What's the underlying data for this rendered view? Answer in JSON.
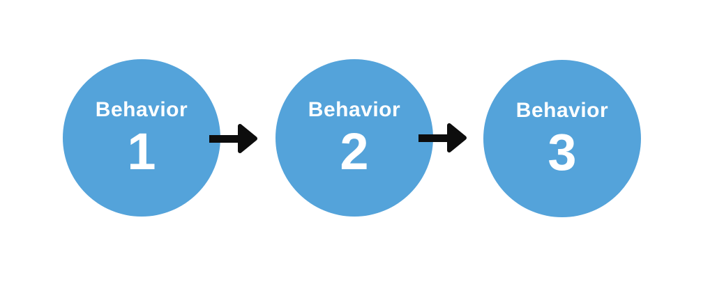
{
  "diagram": {
    "type": "process-flow",
    "colors": {
      "background": "#ffffff",
      "node": "#54a3da",
      "text": "#ffffff",
      "arrow": "#0d0d0d"
    },
    "nodes": [
      {
        "label": "Behavior",
        "number": "1"
      },
      {
        "label": "Behavior",
        "number": "2"
      },
      {
        "label": "Behavior",
        "number": "3"
      }
    ],
    "connectors": [
      {
        "icon": "arrow-right-icon"
      },
      {
        "icon": "arrow-right-icon"
      }
    ]
  }
}
